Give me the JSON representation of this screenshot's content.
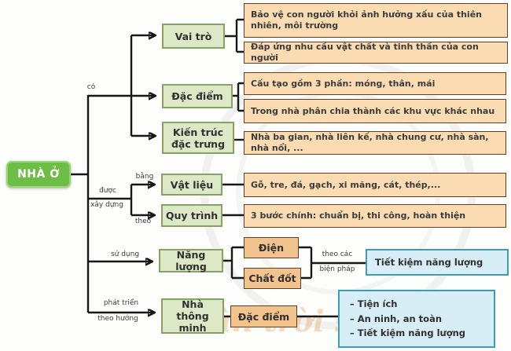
{
  "root": {
    "label": "NHÀ Ở"
  },
  "edges": {
    "co": "có",
    "duoc": "được",
    "xay_dung": "xây dựng",
    "bang": "bằng",
    "theo": "theo",
    "su_dung": "sử dụng",
    "phat_trien": "phát triển",
    "theo_huong": "theo hướng",
    "theo_cac": "theo các",
    "bien_phap": "biện pháp"
  },
  "nodes": {
    "vai_tro": "Vai trò",
    "dac_diem": "Đặc điểm",
    "kien_truc": "Kiến trúc đặc trưng",
    "vat_lieu": "Vật liệu",
    "quy_trinh": "Quy trình",
    "nang_luong": "Năng lượng",
    "nha_thong_minh": "Nhà thông minh",
    "dien": "Điện",
    "chat_dot": "Chất đốt",
    "dac_diem_smart": "Đặc điểm"
  },
  "leaves": {
    "vai_tro": [
      "Bảo vệ con người khỏi ảnh hưởng xấu của thiên nhiên, môi trường",
      "Đáp ứng nhu cầu vật chất và tinh thần của con người"
    ],
    "dac_diem": [
      "Cấu tạo gồm 3 phần: móng, thân, mái",
      "Trong nhà phân chia thành các khu vực khác nhau"
    ],
    "kien_truc": "Nhà ba gian, nhà liên kế, nhà chung cư, nhà sàn, nhà nổi, ...",
    "vat_lieu": "Gỗ, tre, đá, gạch, xi măng, cát, thép,...",
    "quy_trinh": "3 bước chính: chuẩn bị, thi công, hoàn thiện",
    "nang_luong": "Tiết kiệm năng lượng",
    "smart": [
      "– Tiện ích",
      "– An ninh, an toàn",
      "– Tiết kiệm năng lượng"
    ]
  },
  "colors": {
    "root_fill": "#6cbf44",
    "node_fill": "#dde9c6",
    "node_border": "#85a463",
    "leaf_fill": "#fbdcb2",
    "leaf_border": "#5f4020",
    "sub_fill": "#f2c38d",
    "blue_fill": "#d8eef6",
    "blue_border": "#3d9cbd"
  },
  "watermark": "Chân trời sáng tạo"
}
